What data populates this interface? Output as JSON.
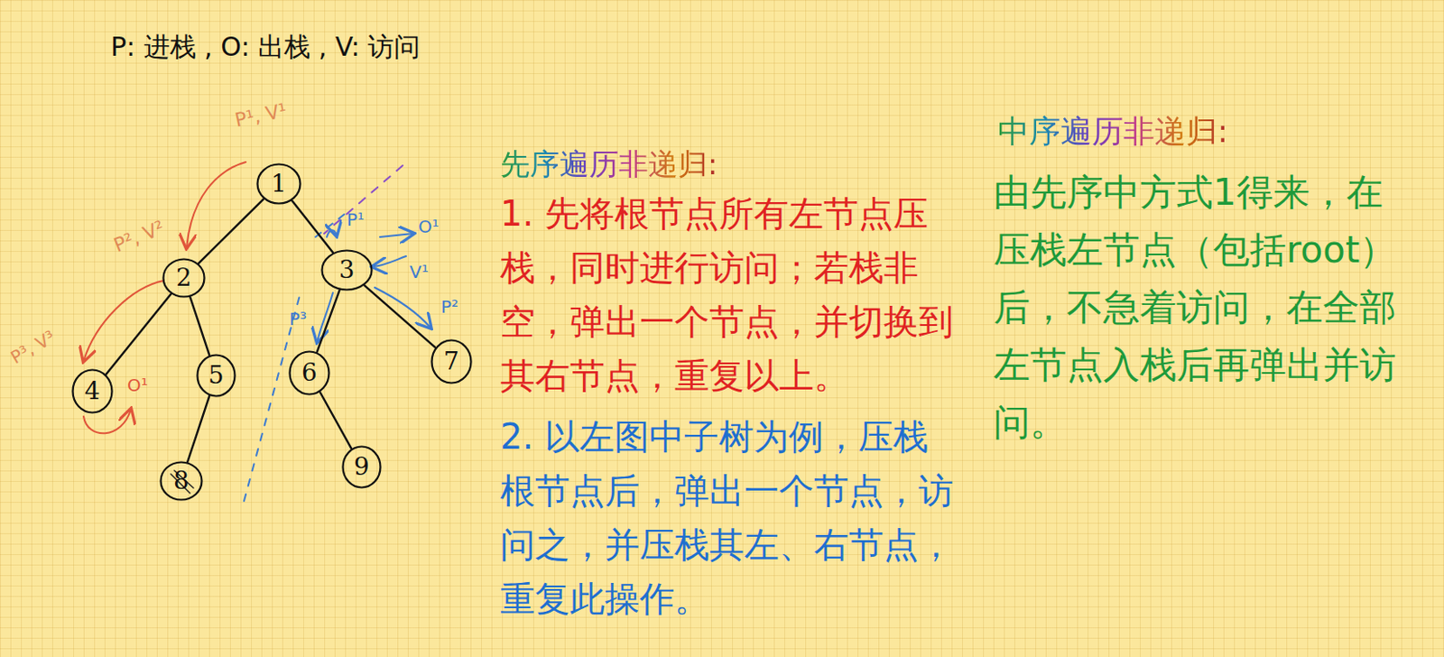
{
  "diagram": {
    "nodes": [
      {
        "text": [
          "1"
        ]
      },
      {
        "text": [
          "2"
        ]
      },
      {
        "text": [
          "3"
        ]
      },
      {
        "text": [
          "4"
        ]
      },
      {
        "text": [
          "5"
        ]
      },
      {
        "text": [
          "6"
        ]
      },
      {
        "text": [
          "7"
        ]
      },
      {
        "text": [
          "8"
        ]
      },
      {
        "text": [
          "9"
        ]
      }
    ],
    "edges": [
      {
        "from": 0,
        "to": 1,
        "arrow": "none"
      },
      {
        "from": 0,
        "to": 2,
        "arrow": "none"
      },
      {
        "from": 1,
        "to": 3,
        "arrow": "none"
      },
      {
        "from": 1,
        "to": 4,
        "arrow": "none"
      },
      {
        "from": 4,
        "to": 7,
        "arrow": "none"
      },
      {
        "from": 2,
        "to": 5,
        "arrow": "none"
      },
      {
        "from": 2,
        "to": 6,
        "arrow": "none"
      },
      {
        "from": 5,
        "to": 8,
        "arrow": "none"
      }
    ],
    "labels": [
      "P: 进栈 , O: 出栈 , V: 访问",
      "P¹, V¹",
      "P², V²",
      "P³, V³",
      "O¹",
      "P¹",
      "O¹",
      "V¹",
      "P²",
      "P³",
      "先序遍历非递归:",
      "1. 先将根节点所有左节点压栈，同时进行访问；若栈非空，弹出一个节点，并切换到其右节点，重复以上。",
      "2. 以左图中子树为例，压栈根节点后，弹出一个节点，访问之，并压栈其左、右节点，重复此操作。",
      "中序遍历非递归:",
      "由先序中方式1得来，在压栈左节点（包括root）后，不急着访问，在全部左节点入栈后再弹出并访问。"
    ]
  }
}
